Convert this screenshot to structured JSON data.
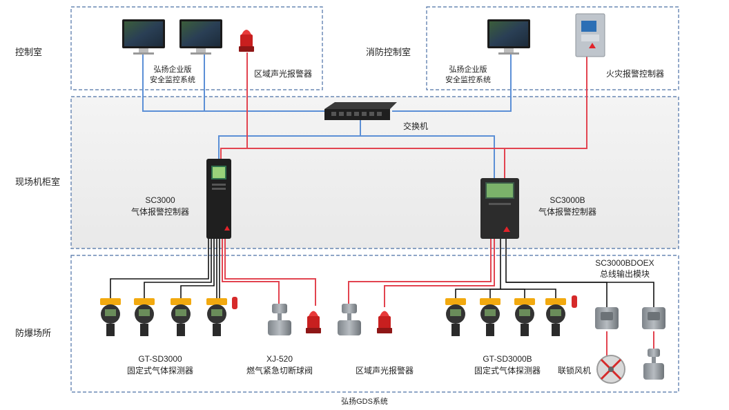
{
  "zones": {
    "control_room": "控制室",
    "fire_control_room": "消防控制室",
    "field_cabinet_room": "现场机柜室",
    "explosion_proof_area": "防爆场所"
  },
  "labels": {
    "monitor_system_1": "弘扬企业版",
    "monitor_system_2": "安全监控系统",
    "fire_monitor_system_1": "弘扬企业版",
    "fire_monitor_system_2": "安全监控系统",
    "area_alarm_top": "区域声光报警器",
    "fire_alarm_controller": "火灾报警控制器",
    "switch": "交换机",
    "sc3000_model": "SC3000",
    "sc3000_name": "气体报警控制器",
    "sc3000b_model": "SC3000B",
    "sc3000b_name": "气体报警控制器",
    "bus_module_model": "SC3000BDOEX",
    "bus_module_name": "总线输出模块",
    "detector1_model": "GT-SD3000",
    "detector1_name": "固定式气体探测器",
    "valve_model": "XJ-520",
    "valve_name": "燃气紧急切断球阀",
    "area_alarm_bottom": "区域声光报警器",
    "detector2_model": "GT-SD3000B",
    "detector2_name": "固定式气体探测器",
    "fan": "联锁风机",
    "footer": "弘扬GDS系统"
  },
  "colors": {
    "zone_border": "#4a6fa5",
    "network_line": "#5b8fd6",
    "alarm_line": "#e2434f",
    "signal_line": "#111111",
    "device_dark": "#2c2c2c",
    "detector_yellow": "#f2a90f",
    "alarm_red": "#d62a2a"
  }
}
